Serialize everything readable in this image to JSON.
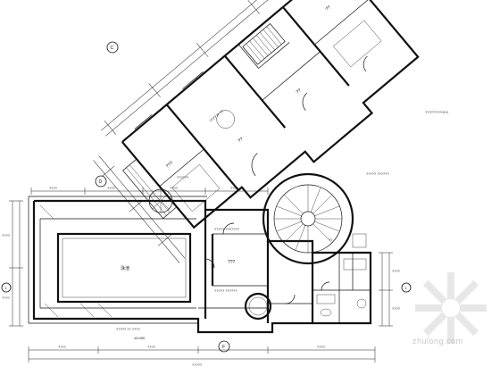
{
  "drawing": {
    "grid_labels": {
      "c": "C",
      "d": "D",
      "f": "F",
      "one_left": "1",
      "one_right": "1"
    },
    "room_labels": {
      "pool_room": "泳池",
      "wing_room_a": "???",
      "wing_room_b": "??",
      "wing_room_c": "??",
      "wing_room_d": "??",
      "hall": "???",
      "stair_hall": "??"
    },
    "notes": {
      "note_top_right": "????????+0.0",
      "note_mid": "????? ??????",
      "note_mid2": "????? ??????",
      "note_center": "????? ???????",
      "note_wing": "?????? ??",
      "note_bottom": "????? ?? ????",
      "level_mark": "??????",
      "elev": "±0.000"
    },
    "dimensions": {
      "bottom_total": "?????",
      "bottom_a": "????",
      "bottom_b": "????",
      "bottom_c": "????",
      "top_a": "????",
      "top_b": "????",
      "top_c": "????",
      "top_d": "????",
      "left_total": "?????",
      "left_a": "????",
      "left_b": "????",
      "right_a": "????",
      "right_b": "????"
    }
  },
  "watermark": {
    "text": "zhulong.com"
  }
}
